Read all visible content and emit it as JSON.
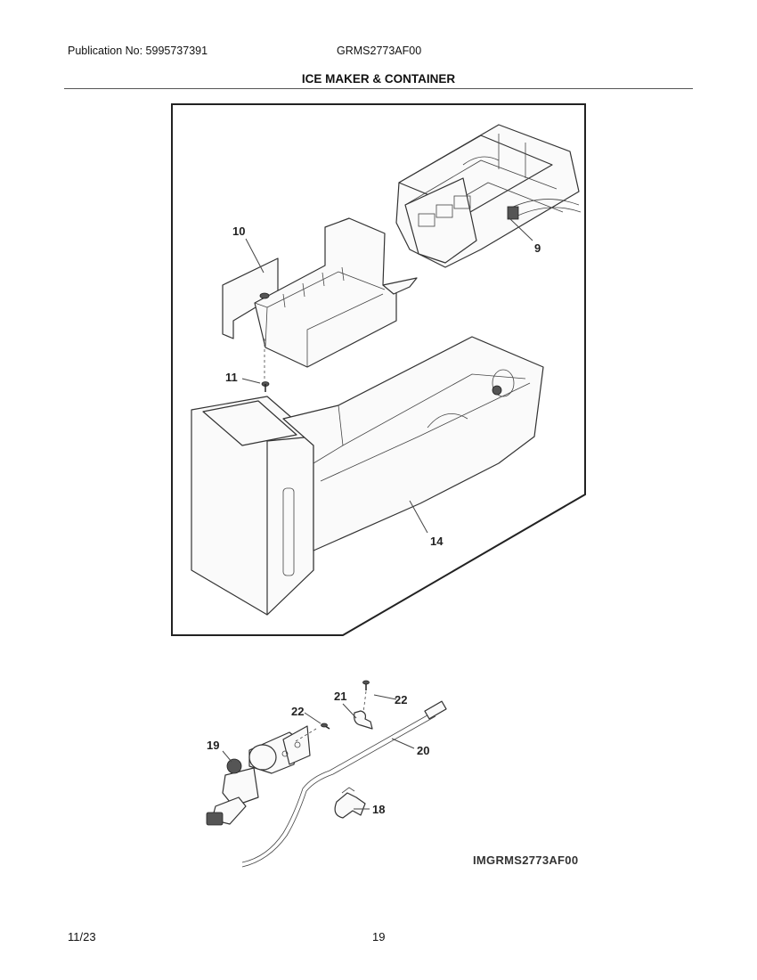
{
  "header": {
    "publication": "Publication No: 5995737391",
    "model": "GRMS2773AF00",
    "title": "ICE MAKER & CONTAINER"
  },
  "callouts": {
    "c9": "9",
    "c10": "10",
    "c11": "11",
    "c14": "14",
    "c18": "18",
    "c19": "19",
    "c20": "20",
    "c21": "21",
    "c22a": "22",
    "c22b": "22"
  },
  "image_code": "IMGRMS2773AF00",
  "footer": {
    "date": "11/23",
    "page": "19"
  }
}
